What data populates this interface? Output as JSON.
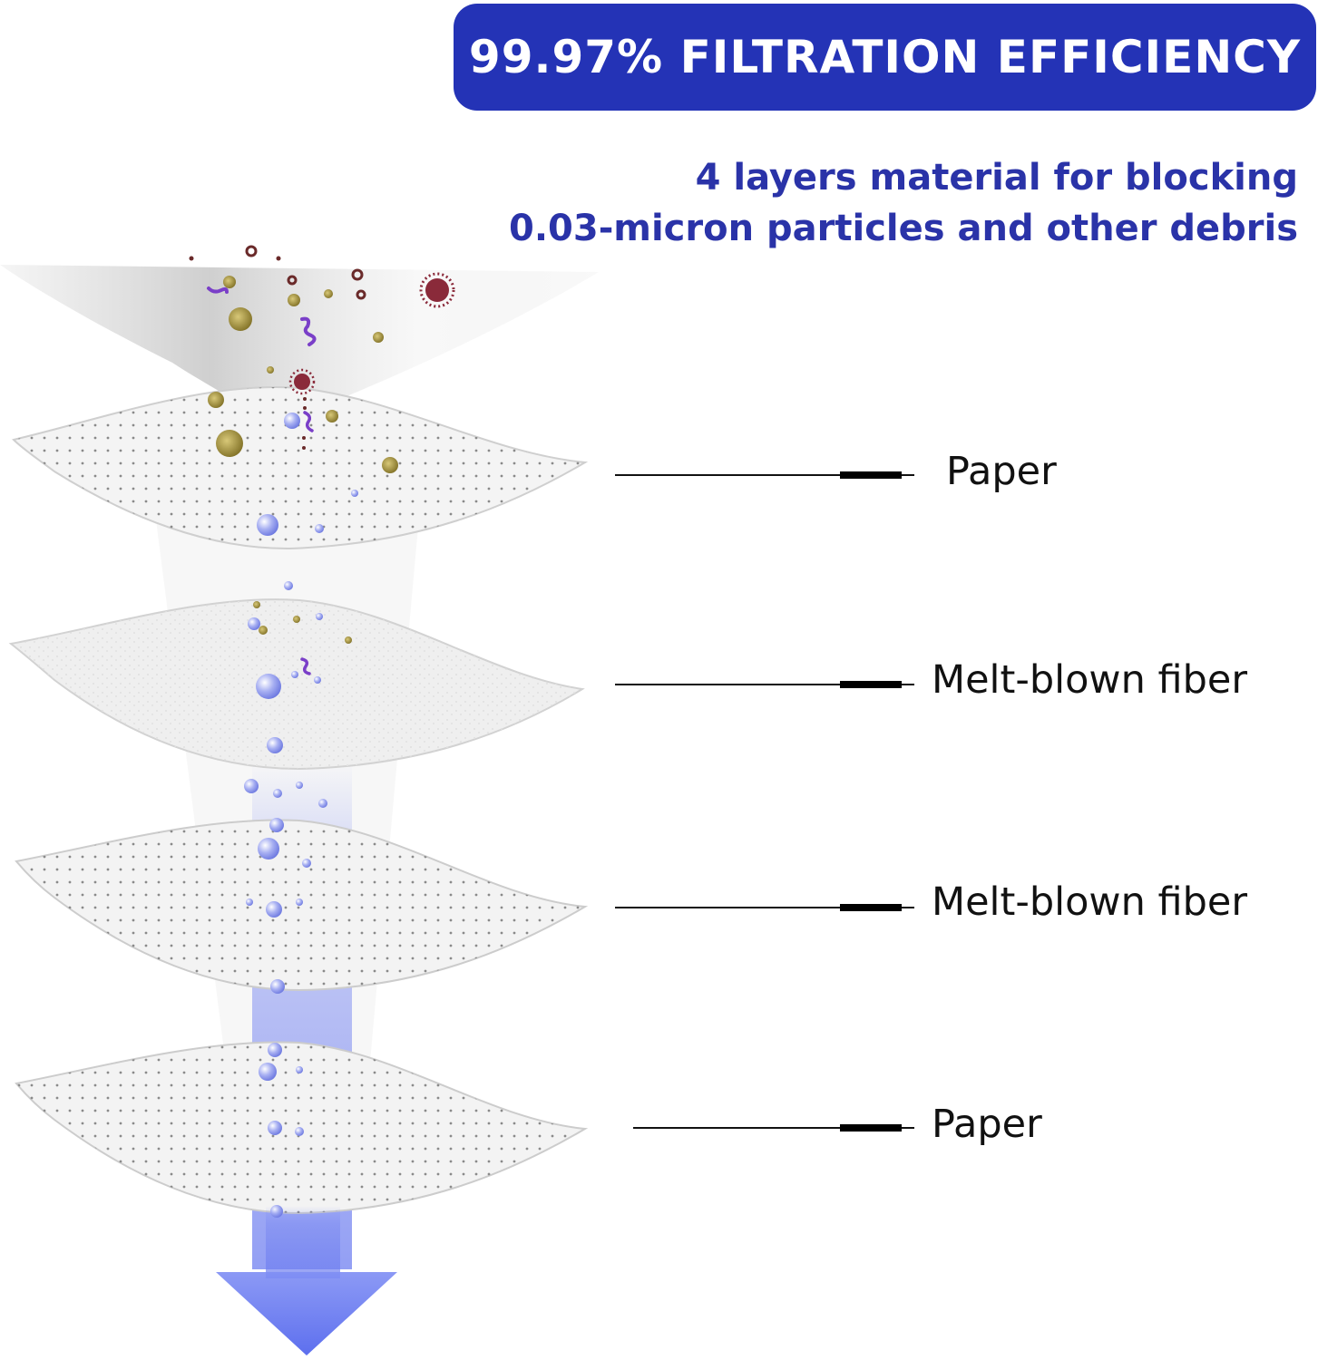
{
  "header": {
    "banner_text": "99.97% FILTRATION EFFICIENCY",
    "subtitle_line1": "4 layers material for blocking",
    "subtitle_line2": "0.03-micron particles and other debris"
  },
  "layers": [
    {
      "label": "Paper"
    },
    {
      "label": "Melt-blown fiber"
    },
    {
      "label": "Melt-blown fiber"
    },
    {
      "label": "Paper"
    }
  ],
  "colors": {
    "brand_blue": "#2433b6",
    "text_blue": "#2a33a8",
    "particle_purple": "#7a3fc8",
    "particle_olive": "#8a7a30",
    "flow_blue": "#6f7ff0"
  },
  "icons": [
    "virus-icon",
    "particle-icon",
    "arrow-down-icon"
  ]
}
